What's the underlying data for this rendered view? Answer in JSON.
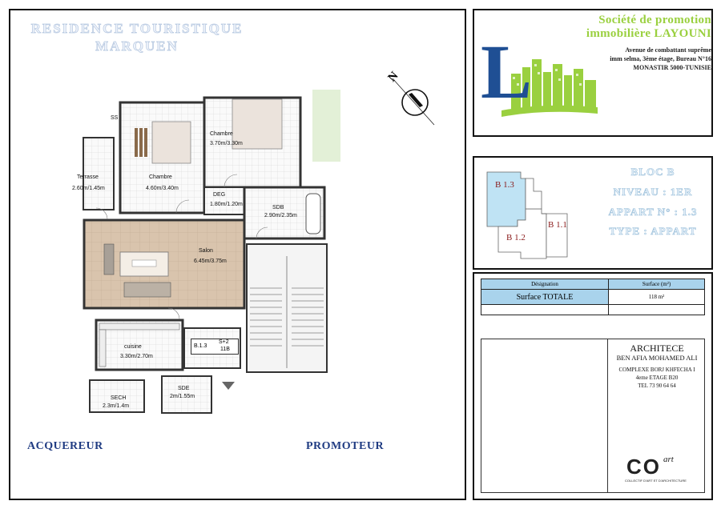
{
  "header": {
    "title_line1": "RESIDENCE TOURISTIQUE",
    "title_line2": "MARQUEN"
  },
  "compass": {
    "label": "N"
  },
  "plan": {
    "rooms": [
      {
        "name": "Chambre",
        "dims": "3.70m/3.30m"
      },
      {
        "name": "Chambre",
        "dims": "4.60m/3.40m"
      },
      {
        "name": "Terrasse",
        "dims": "2.60m/1.45m"
      },
      {
        "name": "DEG",
        "dims": "1.80m/1.20m"
      },
      {
        "name": "SDB",
        "dims": "2.90m/2.35m"
      },
      {
        "name": "Salon",
        "dims": "6.45m/3.75m"
      },
      {
        "name": "cuisine",
        "dims": "3.30m/2.70m"
      },
      {
        "name": "SECH",
        "dims": "2.3m/1.4m"
      },
      {
        "name": "SDE",
        "dims": "2m/1.55m"
      }
    ],
    "tag_ss": "SS",
    "unit_tag": {
      "ref": "B.1.3",
      "type": "S+2",
      "code": "11B"
    }
  },
  "company": {
    "title_line1": "Société de promotion",
    "title_line2": "immobilière LAYOUNI",
    "address_line1": "Avenue de combattant suprême",
    "address_line2": "imm selma, 3ème étage, Bureau N°16",
    "address_line3": "MONASTIR 5000-TUNISIE",
    "logo_letter": "L"
  },
  "bloc": {
    "line1": "BLOC B",
    "line2": "NIVEAU : 1ER",
    "line3": "APPART N° : 1.3",
    "line4": "TYPE : APPART",
    "keyplan": {
      "b13": "B 1.3",
      "b12": "B 1.2",
      "b11": "B 1.1"
    }
  },
  "surface_table": {
    "col_designation": "Désignation",
    "col_surface": "Surface (m²)",
    "row_label": "Surface TOTALE",
    "row_value": "118 m²"
  },
  "architect": {
    "title": "ARCHITECE",
    "name": "BEN AFIA MOHAMED ALI",
    "line1": "COMPLEXE  BORJ KHFECHA I",
    "line2": "4eme ETAGE B20",
    "tel": "TEL 73 90 64 64",
    "logo_text": "CO",
    "logo_suffix": "art",
    "logo_caption": "COLLECTIF D'ART ET D'ARCHITECTURE"
  },
  "signatures": {
    "acquereur": "ACQUEREUR",
    "promoteur": "PROMOTEUR"
  },
  "colors": {
    "brand_blue": "#1f4f94",
    "brand_green": "#9ad03f",
    "salon_fill": "#d9c4ad",
    "keyplan_highlight": "#bfe3f4",
    "table_highlight": "#a9d3ec"
  }
}
